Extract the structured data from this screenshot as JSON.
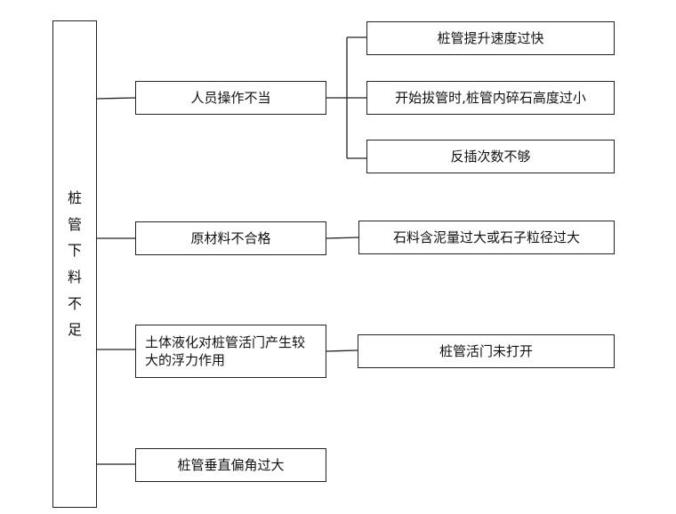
{
  "root": {
    "chars": [
      "桩",
      "管",
      "下",
      "料",
      "不",
      "足"
    ]
  },
  "causes": [
    {
      "label": "人员操作不当",
      "subcauses": [
        "桩管提升速度过快",
        "开始拔管时,桩管内碎石高度过小",
        "反插次数不够"
      ]
    },
    {
      "label": "原材料不合格",
      "subcauses": [
        "石料含泥量过大或石子粒径过大"
      ]
    },
    {
      "label": "土体液化对桩管活门产生较大的浮力作用",
      "subcauses": [
        "桩管活门未打开"
      ]
    },
    {
      "label": "桩管垂直偏角过大",
      "subcauses": []
    }
  ]
}
